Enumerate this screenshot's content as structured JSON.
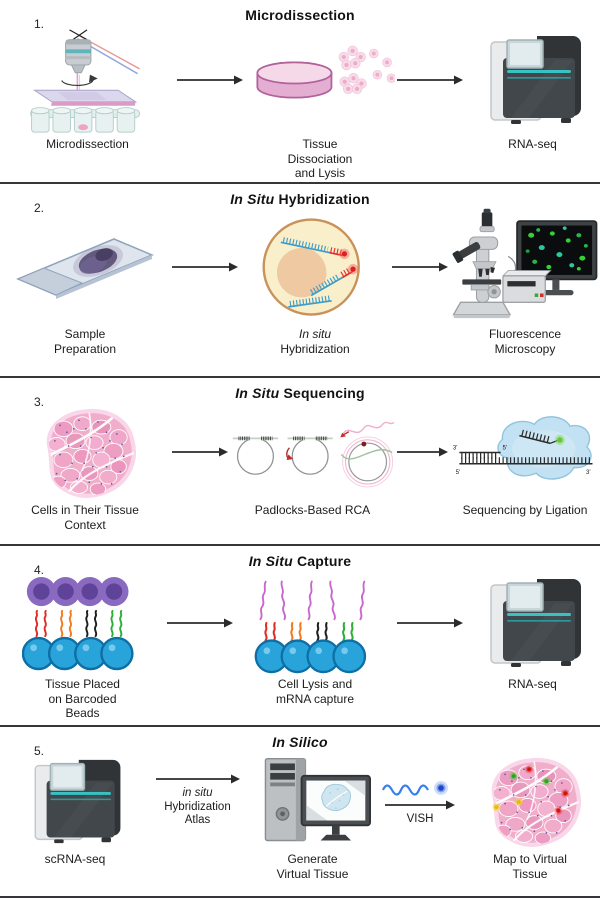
{
  "palette": {
    "divider": "#35353a",
    "arrow": "#2b2b2b",
    "sequencer_teal_line": "#37c3c3",
    "tissue_pink": "#f0aecb",
    "bead_blue": "#29a4da",
    "cell_purple": "#8a69c1",
    "probe_teal": "#3f9dc8",
    "probe_red": "#e02f2f",
    "fluorophore_green": "#66c832",
    "mrna_magenta": "#c867cc",
    "vish_blue": "#3a7fe8"
  },
  "sections": [
    {
      "number": "1.",
      "title": {
        "em": "",
        "rest": "Microdissection"
      },
      "steps": [
        {
          "icon": "laser-microdissection",
          "caption": [
            {
              "text": "Microdissection",
              "em": false
            }
          ]
        },
        {
          "icon": "petri-dish-with-cells",
          "caption": [
            {
              "text": "Tissue",
              "em": false
            },
            {
              "text": "Dissociation",
              "em": false
            },
            {
              "text": "and Lysis",
              "em": false
            }
          ]
        },
        {
          "icon": "sequencer",
          "caption": [
            {
              "text": "RNA-seq",
              "em": false
            }
          ]
        }
      ]
    },
    {
      "number": "2.",
      "title": {
        "em": "In Situ",
        "rest": " Hybridization"
      },
      "steps": [
        {
          "icon": "microscope-slide",
          "caption": [
            {
              "text": "Sample",
              "em": false
            },
            {
              "text": "Preparation",
              "em": false
            }
          ]
        },
        {
          "icon": "cell-with-probes",
          "caption": [
            {
              "text": "In situ",
              "em": true
            },
            {
              "text": "Hybridization",
              "em": false
            }
          ]
        },
        {
          "icon": "fluorescence-microscope",
          "caption": [
            {
              "text": "Fluorescence",
              "em": false
            },
            {
              "text": "Microscopy",
              "em": false
            }
          ]
        }
      ]
    },
    {
      "number": "3.",
      "title": {
        "em": "In Situ",
        "rest": " Sequencing"
      },
      "steps": [
        {
          "icon": "tissue-section",
          "caption": [
            {
              "text": "Cells in Their Tissue",
              "em": false
            },
            {
              "text": "Context",
              "em": false
            }
          ]
        },
        {
          "icon": "padlock-probes-rca",
          "caption": [
            {
              "text": "Padlocks-Based RCA",
              "em": false
            }
          ]
        },
        {
          "icon": "sequencing-by-ligation",
          "caption": [
            {
              "text": "Sequencing by Ligation",
              "em": false
            }
          ],
          "prime_labels": {
            "top_left": "3'",
            "top_right": "5'",
            "bottom_left": "5'",
            "bottom_right": "3'"
          }
        }
      ]
    },
    {
      "number": "4.",
      "title": {
        "em": "In Situ",
        "rest": " Capture"
      },
      "steps": [
        {
          "icon": "tissue-on-barcoded-beads",
          "caption": [
            {
              "text": "Tissue Placed",
              "em": false
            },
            {
              "text": "on Barcoded",
              "em": false
            },
            {
              "text": "Beads",
              "em": false
            }
          ]
        },
        {
          "icon": "beads-mrna-capture",
          "caption": [
            {
              "text": "Cell Lysis and",
              "em": false
            },
            {
              "text": "mRNA capture",
              "em": false
            }
          ]
        },
        {
          "icon": "sequencer",
          "caption": [
            {
              "text": "RNA-seq",
              "em": false
            }
          ]
        }
      ]
    },
    {
      "number": "5.",
      "title": {
        "em": "In Silico",
        "rest": ""
      },
      "steps": [
        {
          "icon": "sequencer",
          "caption": [
            {
              "text": "scRNA-seq",
              "em": false
            }
          ]
        },
        {
          "icon": "desktop-computer",
          "caption": [
            {
              "text": "Generate",
              "em": false
            },
            {
              "text": "Virtual Tissue",
              "em": false
            }
          ]
        },
        {
          "icon": "virtual-tissue",
          "caption": [
            {
              "text": "Map to Virtual",
              "em": false
            },
            {
              "text": "Tissue",
              "em": false
            }
          ]
        }
      ],
      "arrow_labels": [
        {
          "lines": [
            {
              "text": "in situ",
              "em": true
            },
            {
              "text": "Hybridization",
              "em": false
            },
            {
              "text": "Atlas",
              "em": false
            }
          ]
        },
        {
          "lines": [
            {
              "text": "VISH",
              "em": false
            }
          ]
        }
      ]
    }
  ]
}
